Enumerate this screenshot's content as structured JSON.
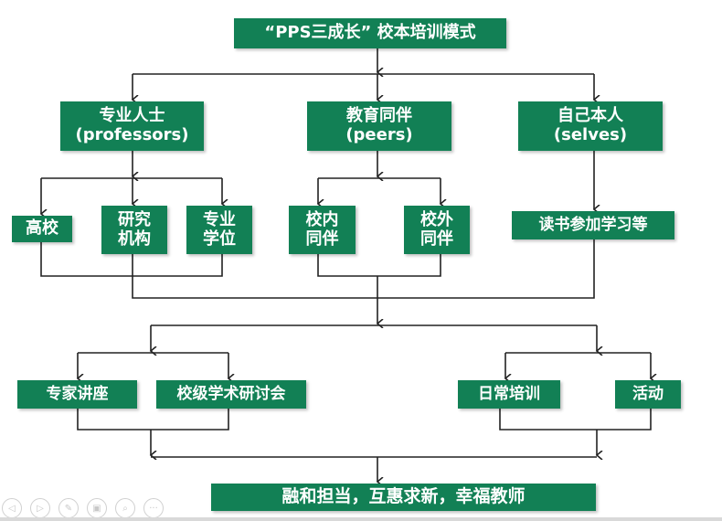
{
  "diagram": {
    "title": "“PPS三成长” 校本培训模式",
    "level1": [
      {
        "id": "professors",
        "line1": "专业人士",
        "line2": "(professors)"
      },
      {
        "id": "peers",
        "line1": "教育同伴",
        "line2": "(peers)"
      },
      {
        "id": "selves",
        "line1": "自己本人",
        "line2": "(selves)"
      }
    ],
    "level2": [
      {
        "id": "university",
        "lines": [
          "高校"
        ]
      },
      {
        "id": "research",
        "lines": [
          "研究",
          "机构"
        ]
      },
      {
        "id": "degree",
        "lines": [
          "专业",
          "学位"
        ]
      },
      {
        "id": "inside-peers",
        "lines": [
          "校内",
          "同伴"
        ]
      },
      {
        "id": "outside-peers",
        "lines": [
          "校外",
          "同伴"
        ]
      },
      {
        "id": "reading",
        "lines": [
          "读书参加学习等"
        ]
      }
    ],
    "level3": [
      {
        "id": "lecture",
        "label": "专家讲座"
      },
      {
        "id": "seminar",
        "label": "校级学术研讨会"
      },
      {
        "id": "daily-training",
        "label": "日常培训"
      },
      {
        "id": "activities",
        "label": "活动"
      }
    ],
    "outcome": "融和担当，互惠求新，幸福教师",
    "colors": {
      "box": "#128055",
      "text": "#ffffff",
      "line": "#222222"
    }
  },
  "player_controls": [
    {
      "name": "previous",
      "icon": "◁"
    },
    {
      "name": "next",
      "icon": "▷"
    },
    {
      "name": "pen",
      "icon": "✎"
    },
    {
      "name": "slides",
      "icon": "▣"
    },
    {
      "name": "zoom",
      "icon": "⌕"
    },
    {
      "name": "more",
      "icon": "···"
    }
  ]
}
